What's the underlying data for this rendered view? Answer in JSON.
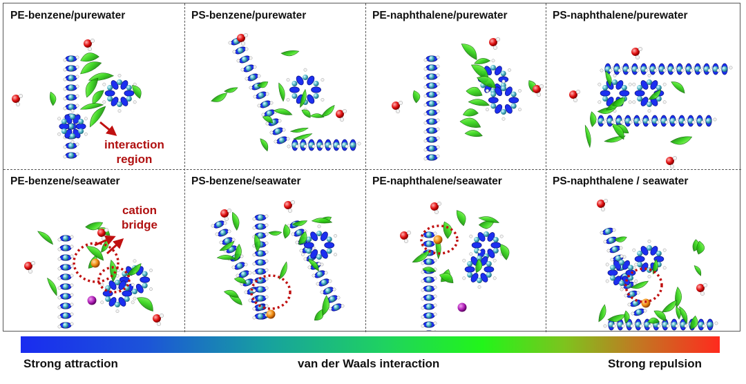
{
  "panels": [
    {
      "title": "PE-benzene/purewater"
    },
    {
      "title": "PS-benzene/purewater"
    },
    {
      "title": "PE-naphthalene/purewater"
    },
    {
      "title": "PS-naphthalene/purewater"
    },
    {
      "title": "PE-benzene/seawater"
    },
    {
      "title": "PS-benzene/seawater"
    },
    {
      "title": "PE-naphthalene/seawater"
    },
    {
      "title": "PS-naphthalene / seawater"
    }
  ],
  "annotations": {
    "interaction_region": "interaction\nregion",
    "cation_bridge": "cation\nbridge"
  },
  "colorbar": {
    "left_label": "Strong attraction",
    "center_label": "van der Waals interaction",
    "right_label": "Strong repulsion"
  },
  "colors": {
    "attraction": "#1a2cf0",
    "vdw": "#22f51a",
    "repulsion": "#ff2a1e",
    "annotation": "#b01010"
  }
}
